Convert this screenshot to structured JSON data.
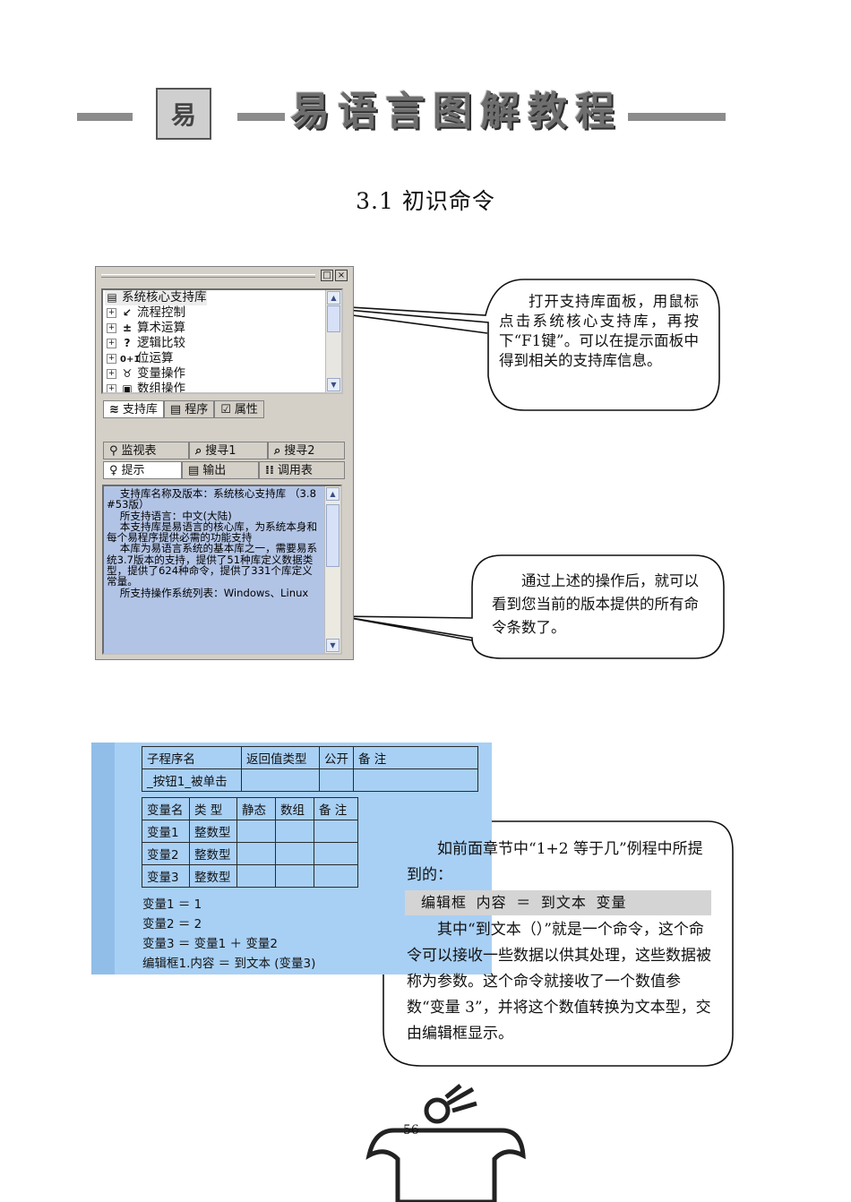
{
  "header": {
    "logo_char": "易",
    "title": "易语言图解教程"
  },
  "section_title": "3.1 初识命令",
  "ide_panel": {
    "close_btn": "×",
    "min_btn": "□",
    "tree": [
      {
        "label": "系统核心支持库",
        "expand": "",
        "icon": "▤"
      },
      {
        "label": "流程控制",
        "expand": "+",
        "icon": "↙"
      },
      {
        "label": "算术运算",
        "expand": "+",
        "icon": "±"
      },
      {
        "label": "逻辑比较",
        "expand": "+",
        "icon": "?"
      },
      {
        "label": "位运算",
        "expand": "+",
        "icon": "0+1"
      },
      {
        "label": "变量操作",
        "expand": "+",
        "icon": "♉"
      },
      {
        "label": "数组操作",
        "expand": "+",
        "icon": "▣"
      }
    ],
    "top_tabs": [
      "支持库",
      "程序",
      "属性"
    ],
    "bottom_tabs_row1": [
      "监视表",
      "搜寻1",
      "搜寻2"
    ],
    "bottom_tabs_row2": [
      "提示",
      "输出",
      "调用表"
    ],
    "hint_text": "    支持库名称及版本：系统核心支持库 （3.8#53版）\n    所支持语言：中文(大陆)\n    本支持库是易语言的核心库，为系统本身和每个易程序提供必需的功能支持\n    本库为易语言系统的基本库之一，需要易系统3.7版本的支持，提供了51种库定义数据类型，提供了624种命令，提供了331个库定义常量。\n    所支持操作系统列表：Windows、Linux"
  },
  "callout1": "打开支持库面板，用鼠标点击系统核心支持库，再按下“F1键”。可以在提示面板中得到相关的支持库信息。",
  "callout2": "通过上述的操作后，就可以看到您当前的版本提供的所有命令条数了。",
  "code_figure": {
    "sub_header": [
      "子程序名",
      "返回值类型",
      "公开",
      "备 注"
    ],
    "sub_row": [
      "_按钮1_被单击",
      "",
      "",
      ""
    ],
    "var_header": [
      "变量名",
      "类 型",
      "静态",
      "数组",
      "备 注"
    ],
    "var_rows": [
      [
        "变量1",
        "整数型",
        "",
        "",
        ""
      ],
      [
        "变量2",
        "整数型",
        "",
        "",
        ""
      ],
      [
        "变量3",
        "整数型",
        "",
        "",
        ""
      ]
    ],
    "code_lines": [
      "变量1 ＝ 1",
      "变量2 ＝ 2",
      "变量3 ＝ 变量1 ＋ 变量2",
      "编辑框1.内容 ＝ 到文本 (变量3)"
    ]
  },
  "callout3": {
    "para1": "如前面章节中“1+2 等于几”例程中所提到的：",
    "code": "编辑框  内容 ＝ 到文本  变量",
    "para2": "其中“到文本（）”就是一个命令，这个命令可以接收一些数据以供其处理，这些数据被称为参数。这个命令就接收了一个数值参数“变量 3”，并将这个数值转换为文本型，交由编辑框显示。"
  },
  "page_number": "56"
}
